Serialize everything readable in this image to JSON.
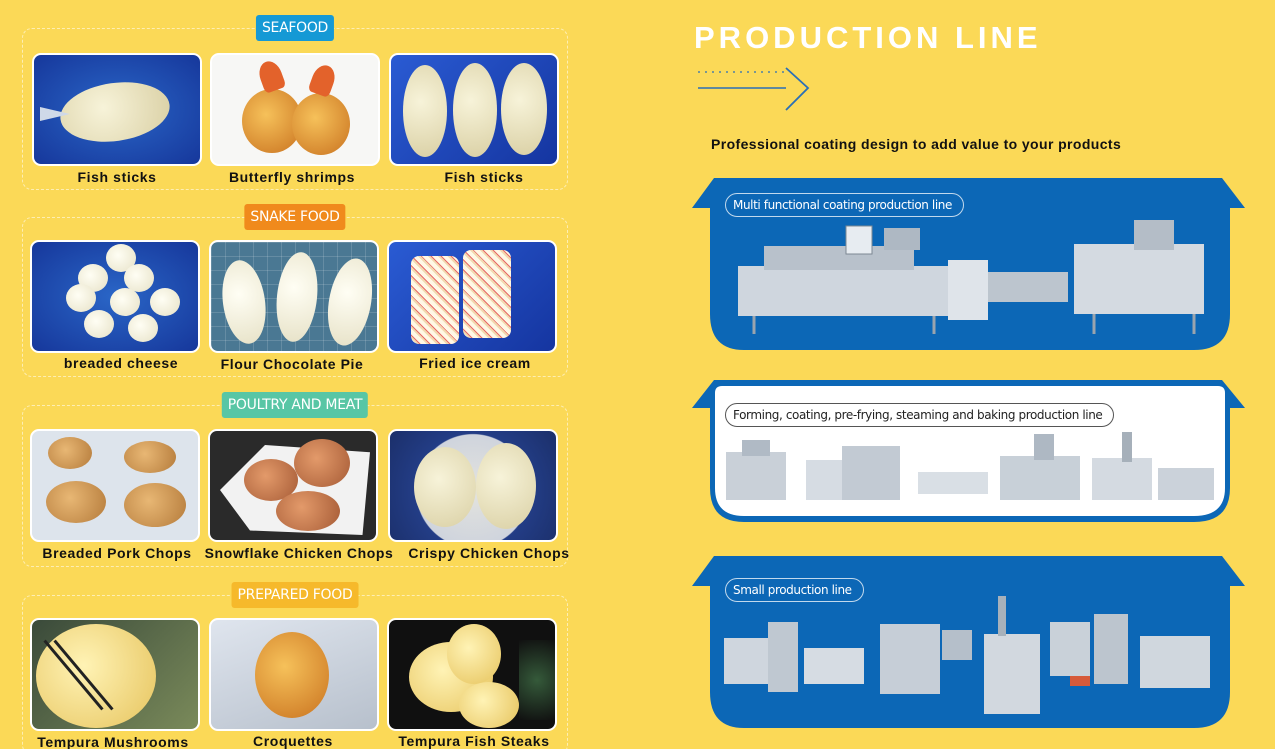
{
  "sections": [
    {
      "badge": "SEAFOOD",
      "items": [
        {
          "caption": "Fish sticks",
          "photo_icon": "fish-fillet-image"
        },
        {
          "caption": "Butterfly shrimps",
          "photo_icon": "fried-shrimp-image"
        },
        {
          "caption": "Fish sticks",
          "photo_icon": "coated-fillets-image"
        }
      ]
    },
    {
      "badge": "SNAKE FOOD",
      "items": [
        {
          "caption": "breaded cheese",
          "photo_icon": "cheese-balls-image"
        },
        {
          "caption": "Flour Chocolate Pie",
          "photo_icon": "chocolate-pie-image"
        },
        {
          "caption": "Fried ice cream",
          "photo_icon": "fried-ice-cream-image"
        }
      ]
    },
    {
      "badge": "POULTRY AND MEAT",
      "items": [
        {
          "caption": "Breaded Pork Chops",
          "photo_icon": "pork-chops-image"
        },
        {
          "caption": "Snowflake Chicken Chops",
          "photo_icon": "snowflake-chicken-image"
        },
        {
          "caption": "Crispy Chicken Chops",
          "photo_icon": "crispy-chicken-image"
        }
      ]
    },
    {
      "badge": "PREPARED FOOD",
      "items": [
        {
          "caption": "Tempura Mushrooms",
          "photo_icon": "tempura-mushroom-image"
        },
        {
          "caption": "Croquettes",
          "photo_icon": "croquette-image"
        },
        {
          "caption": "Tempura Fish Steaks",
          "photo_icon": "tempura-fish-image"
        }
      ]
    }
  ],
  "production": {
    "headline": "PRODUCTION LINE",
    "tagline": "Professional coating design to add value to your products",
    "lines": [
      {
        "label": "Multi functional coating production line",
        "theme": "blue"
      },
      {
        "label": "Forming, coating, pre-frying, steaming and baking production line",
        "theme": "white"
      },
      {
        "label": "Small production line",
        "theme": "blue"
      }
    ]
  },
  "colors": {
    "background": "#fbd957",
    "panel_blue": "#0c67b6",
    "badge_seafood": "#1599d5",
    "badge_snack": "#f08a1c",
    "badge_poultry": "#58c6a5",
    "badge_prepared": "#f6b92b"
  }
}
